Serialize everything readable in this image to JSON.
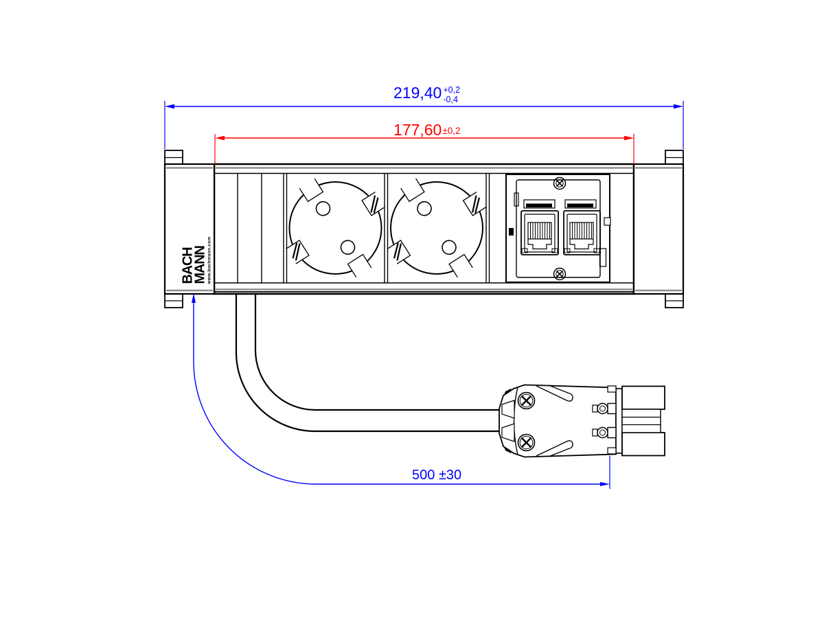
{
  "brand": {
    "line1": "BACH",
    "line2": "MANN",
    "website": "www.bachmann.com"
  },
  "dimensions": {
    "total_width": {
      "value": "219,40",
      "tol_plus": "+0,2",
      "tol_minus": "-0,4",
      "color": "#0000ff"
    },
    "housing_width": {
      "value": "177,60",
      "tol": "±0,2",
      "color": "#ff0000"
    },
    "cable_length": {
      "value": "500",
      "tol": "±30",
      "color": "#0000ff"
    }
  },
  "colors": {
    "dimension_primary": "#0000ff",
    "dimension_secondary": "#ff0000",
    "outline": "#000000",
    "shading": "#8f8f8f"
  }
}
